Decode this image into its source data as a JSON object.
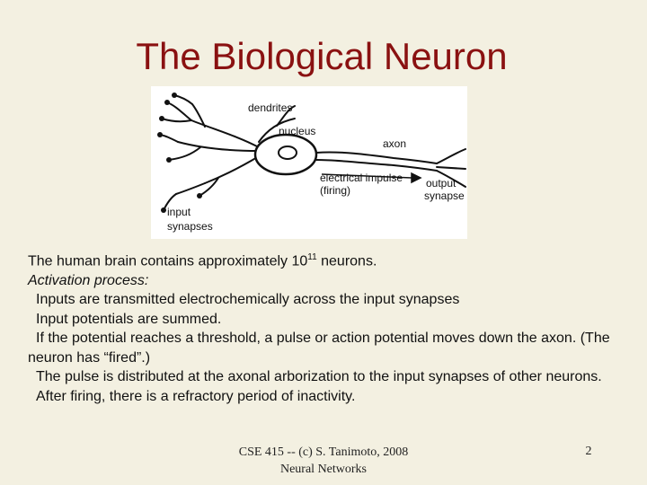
{
  "slide": {
    "title": "The Biological Neuron"
  },
  "figure": {
    "labels": {
      "dendrites": "dendrites",
      "nucleus": "nucleus",
      "axon": "axon",
      "impulse": "electrical impulse",
      "firing": "(firing)",
      "output1": "output",
      "output2": "synapse",
      "input1": "input",
      "input2": "synapses"
    }
  },
  "body": {
    "line1_pre": "The human brain contains approximately 10",
    "line1_sup": "11",
    "line1_post": " neurons.",
    "activation_heading": "Activation process:",
    "items": [
      "Inputs are transmitted electrochemically across the input synapses",
      "Input potentials are summed.",
      "If the potential reaches a threshold, a pulse or action potential moves down the axon.  (The neuron has “fired”.)",
      "The pulse is distributed at the axonal arborization to the input synapses of other neurons.",
      "After firing, there is a refractory period of inactivity."
    ]
  },
  "footer": {
    "course_line1": "CSE 415 -- (c) S. Tanimoto, 2008",
    "course_line2": "Neural Networks",
    "page_number": "2"
  }
}
